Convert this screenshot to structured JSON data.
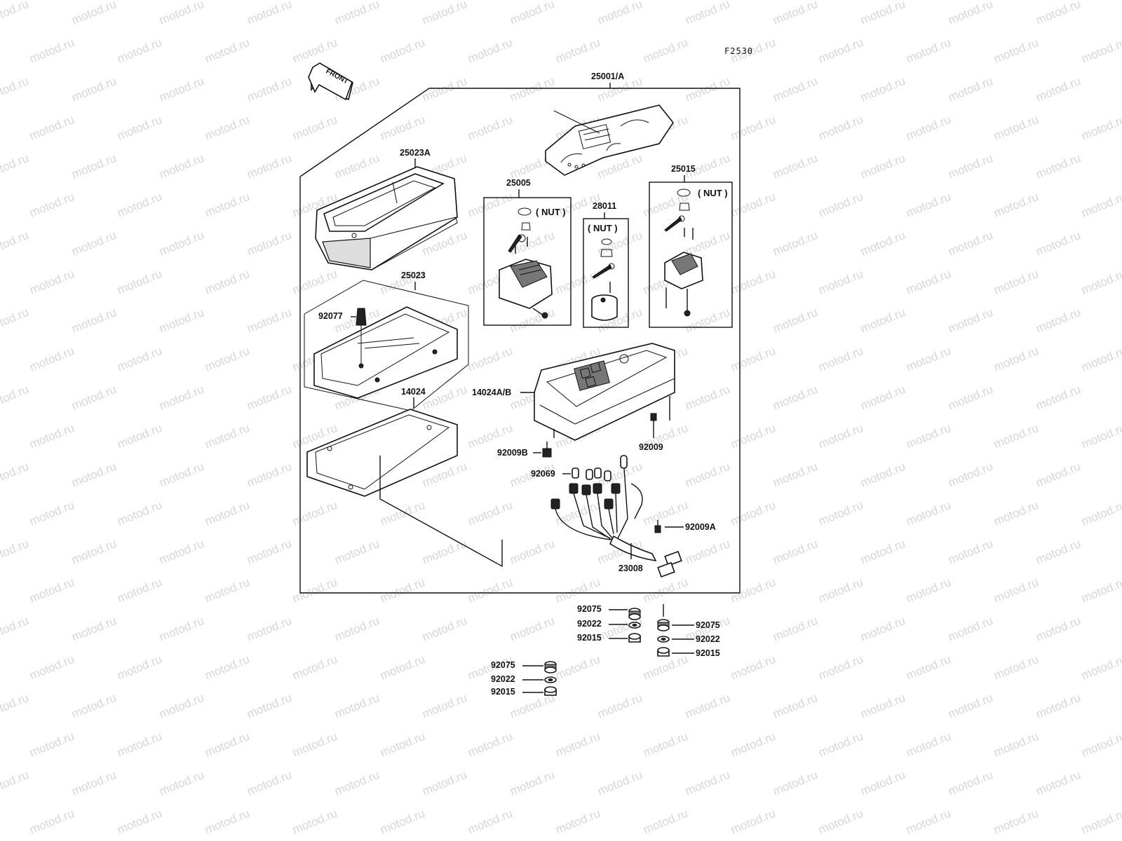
{
  "figure_code": "F2530",
  "front_label": "FRONT",
  "watermark_text": "motod.ru",
  "labels": {
    "p25001A": "25001/A",
    "p25023A": "25023A",
    "p25005": "25005",
    "p28011": "28011",
    "p25015": "25015",
    "p25023": "25023",
    "p92077": "92077",
    "p14024": "14024",
    "p14024AB": "14024A/B",
    "p92009": "92009",
    "p92009B": "92009B",
    "p92069": "92069",
    "p92009A": "92009A",
    "p23008": "23008",
    "g1_92075": "92075",
    "g1_92022": "92022",
    "g1_92015": "92015",
    "g2_92075": "92075",
    "g2_92022": "92022",
    "g2_92015": "92015",
    "g3_92075": "92075",
    "g3_92022": "92022",
    "g3_92015": "92015"
  },
  "nut_notes": {
    "n25005": "( NUT )",
    "n28011": "( NUT )",
    "n25015": "( NUT )"
  },
  "colors": {
    "line": "#111111",
    "watermark": "#d6d6d6",
    "background": "#ffffff"
  }
}
